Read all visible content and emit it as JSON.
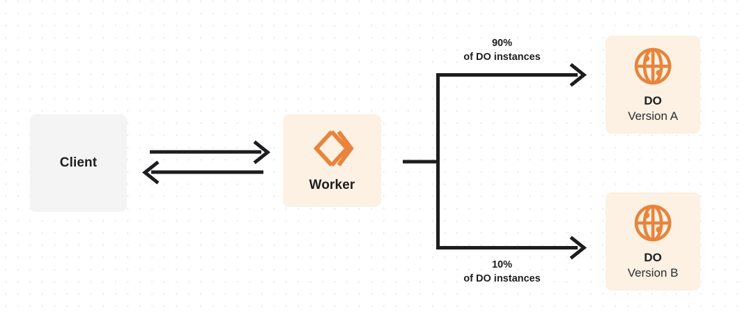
{
  "diagram": {
    "type": "flow-diagram",
    "background": "#ffffff",
    "grid": "dotted",
    "colors": {
      "node_neutral_bg": "#f4f4f5",
      "node_accent_bg": "#fcf1e3",
      "accent": "#e8843c",
      "stroke": "#1d1d1f",
      "text": "#1d1d1f",
      "grid_dot": "#ececec"
    },
    "nodes": [
      {
        "id": "client",
        "title": "Client",
        "subtitle": "",
        "icon": "",
        "style": "neutral"
      },
      {
        "id": "worker",
        "title": "Worker",
        "subtitle": "",
        "icon": "cloudflare-workers-icon",
        "style": "accent"
      },
      {
        "id": "do-a",
        "title": "DO",
        "subtitle": "Version A",
        "icon": "globe-icon",
        "style": "accent"
      },
      {
        "id": "do-b",
        "title": "DO",
        "subtitle": "Version B",
        "icon": "globe-icon",
        "style": "accent"
      }
    ],
    "edges": [
      {
        "id": "client-to-worker",
        "from": "client",
        "to": "worker",
        "direction": "right",
        "label": ""
      },
      {
        "id": "worker-to-client",
        "from": "worker",
        "to": "client",
        "direction": "left",
        "label": ""
      },
      {
        "id": "worker-to-do-a",
        "from": "worker",
        "to": "do-a",
        "direction": "right",
        "percent": "90%",
        "label_line1": "90%",
        "label_line2": "of DO instances"
      },
      {
        "id": "worker-to-do-b",
        "from": "worker",
        "to": "do-b",
        "direction": "right",
        "percent": "10%",
        "label_line1": "10%",
        "label_line2": "of DO instances"
      }
    ]
  }
}
